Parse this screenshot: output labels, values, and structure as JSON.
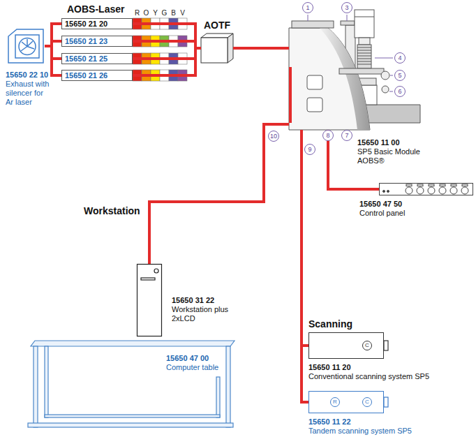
{
  "diagram": {
    "nodes": [
      {
        "text": [
          "15650 22 10",
          "Exhaust with silencer for Ar laser"
        ]
      },
      {
        "text": [
          "15650 21 20"
        ]
      },
      {
        "text": [
          "15650 21 23"
        ]
      },
      {
        "text": [
          "15650 21 25"
        ]
      },
      {
        "text": [
          "15650 21 26"
        ]
      },
      {
        "text": [
          "AOTF"
        ]
      },
      {
        "text": [
          "15650 11 00",
          "SP5 Basic Module AOBS®"
        ]
      },
      {
        "text": [
          "15650 47 50",
          "Control panel"
        ]
      },
      {
        "text": [
          "15650 31 22",
          "Workstation plus 2xLCD"
        ]
      },
      {
        "text": [
          "15650 47 00",
          "Computer table"
        ]
      },
      {
        "text": [
          "15650 11 20",
          "Conventional scanning system SP5"
        ]
      },
      {
        "text": [
          "15650 11 22",
          "Tandem scanning system SP5"
        ]
      }
    ],
    "edges": [
      {
        "from": 0,
        "to": 1,
        "arrow": "none"
      },
      {
        "from": 0,
        "to": 2,
        "arrow": "none"
      },
      {
        "from": 0,
        "to": 3,
        "arrow": "none"
      },
      {
        "from": 0,
        "to": 4,
        "arrow": "none"
      },
      {
        "from": 1,
        "to": 5,
        "arrow": "none"
      },
      {
        "from": 2,
        "to": 5,
        "arrow": "none"
      },
      {
        "from": 3,
        "to": 5,
        "arrow": "none"
      },
      {
        "from": 4,
        "to": 5,
        "arrow": "none"
      },
      {
        "from": 5,
        "to": 6,
        "arrow": "none"
      },
      {
        "from": 6,
        "to": 8,
        "arrow": "none"
      },
      {
        "from": 6,
        "to": 7,
        "arrow": "none"
      },
      {
        "from": 6,
        "to": 10,
        "arrow": "none"
      },
      {
        "from": 6,
        "to": 11,
        "arrow": "none"
      }
    ],
    "labels": [
      "AOBS-Laser",
      "R",
      "O",
      "Y",
      "G",
      "B",
      "V",
      "1",
      "3",
      "4",
      "5",
      "6",
      "10",
      "9",
      "8",
      "7",
      "Workstation",
      "Scanning",
      "C",
      "R",
      "C"
    ]
  }
}
